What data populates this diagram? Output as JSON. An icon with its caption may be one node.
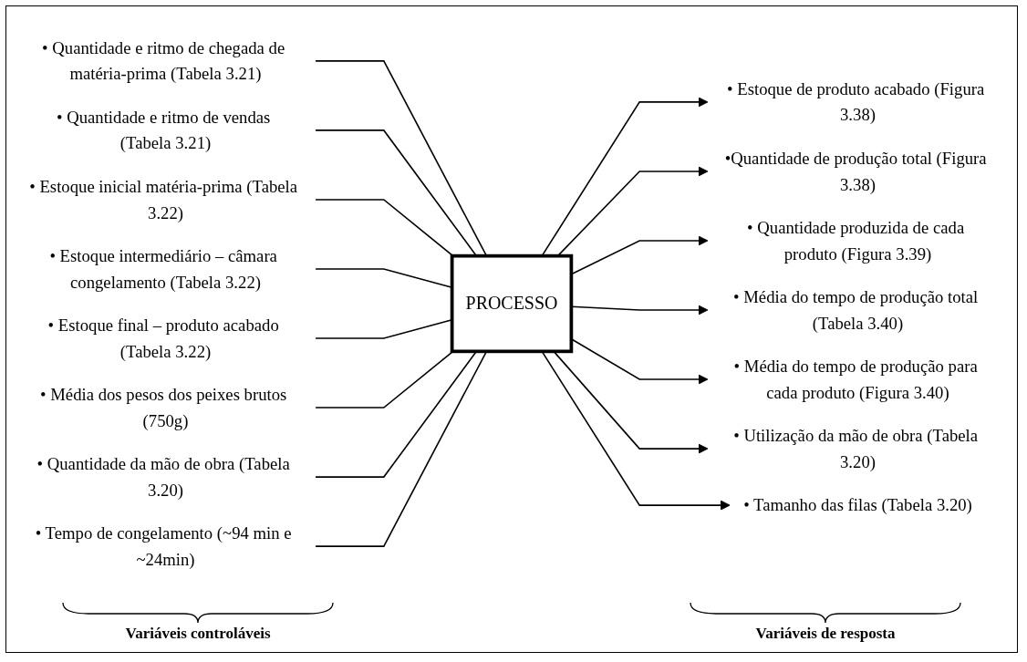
{
  "diagram": {
    "nodes": [
      {
        "text": [
          "• Quantidade e ritmo de chegada de matéria-prima (Tabela 3.21)"
        ]
      },
      {
        "text": [
          "• Quantidade e ritmo de vendas (Tabela 3.21)"
        ]
      },
      {
        "text": [
          "• Estoque inicial matéria-prima (Tabela 3.22)"
        ]
      },
      {
        "text": [
          "• Estoque intermediário – câmara congelamento (Tabela 3.22)"
        ]
      },
      {
        "text": [
          "• Estoque final – produto acabado (Tabela 3.22)"
        ]
      },
      {
        "text": [
          "• Média dos pesos dos peixes brutos (750g)"
        ]
      },
      {
        "text": [
          "• Quantidade da mão de obra (Tabela 3.20)"
        ]
      },
      {
        "text": [
          "• Tempo de congelamento (~94 min e ~24min)"
        ]
      },
      {
        "text": [
          "PROCESSO"
        ]
      },
      {
        "text": [
          "• Estoque de produto acabado (Figura 3.38)"
        ]
      },
      {
        "text": [
          "•Quantidade de produção total (Figura 3.38)"
        ]
      },
      {
        "text": [
          "• Quantidade produzida de cada produto (Figura 3.39)"
        ]
      },
      {
        "text": [
          "• Média do tempo de produção total (Tabela 3.40)"
        ]
      },
      {
        "text": [
          "• Média do tempo de produção para cada produto (Figura 3.40)"
        ]
      },
      {
        "text": [
          "• Utilização da mão de obra (Tabela 3.20)"
        ]
      },
      {
        "text": [
          "• Tamanho das filas (Tabela 3.20)"
        ]
      }
    ],
    "edges": [
      {
        "from": 0,
        "to": 8,
        "arrow": "none"
      },
      {
        "from": 1,
        "to": 8,
        "arrow": "none"
      },
      {
        "from": 2,
        "to": 8,
        "arrow": "none"
      },
      {
        "from": 3,
        "to": 8,
        "arrow": "none"
      },
      {
        "from": 4,
        "to": 8,
        "arrow": "none"
      },
      {
        "from": 5,
        "to": 8,
        "arrow": "none"
      },
      {
        "from": 6,
        "to": 8,
        "arrow": "none"
      },
      {
        "from": 7,
        "to": 8,
        "arrow": "none"
      },
      {
        "from": 8,
        "to": 9,
        "arrow": "to"
      },
      {
        "from": 8,
        "to": 10,
        "arrow": "to"
      },
      {
        "from": 8,
        "to": 11,
        "arrow": "to"
      },
      {
        "from": 8,
        "to": 12,
        "arrow": "to"
      },
      {
        "from": 8,
        "to": 13,
        "arrow": "to"
      },
      {
        "from": 8,
        "to": 14,
        "arrow": "to"
      },
      {
        "from": 8,
        "to": 15,
        "arrow": "to"
      }
    ],
    "labels": [
      "Variáveis controláveis",
      "Variáveis de resposta"
    ]
  }
}
